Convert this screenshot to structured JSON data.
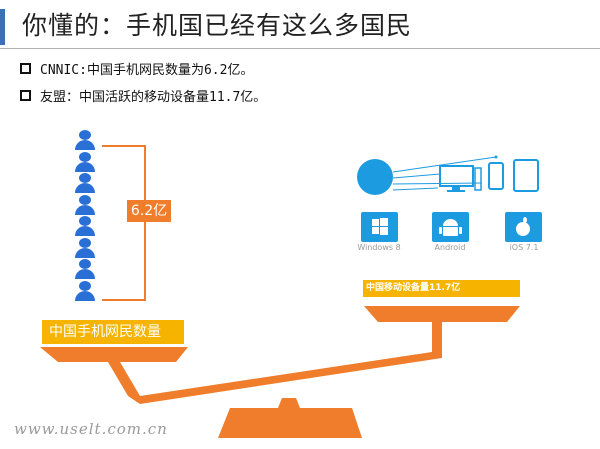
{
  "title": "你懂的：手机国已经有这么多国民",
  "bullets": [
    "CNNIC:中国手机网民数量为6.2亿。",
    "友盟：中国活跃的移动设备量11.7亿。"
  ],
  "left": {
    "value_tag": "6.2亿",
    "label": "中国手机网民数量"
  },
  "right": {
    "label": "中国移动设备量11.7亿",
    "os": [
      "Windows 8",
      "Android",
      "iOS 7.1"
    ]
  },
  "watermark": "www.uselt.com.cn",
  "colors": {
    "accent_blue": "#1d9be0",
    "person_blue": "#2a6fd6",
    "orange": "#ef7d2b",
    "yellow": "#f6b400"
  }
}
